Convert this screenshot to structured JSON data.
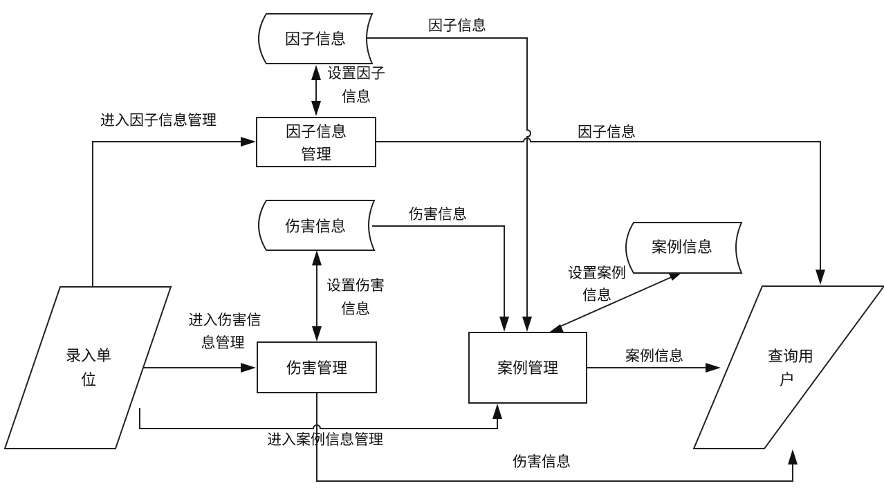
{
  "nodes": {
    "factor_store": "因子信息",
    "factor_mgmt": [
      "因子信息",
      "管理"
    ],
    "harm_store": "伤害信息",
    "harm_mgmt": "伤害管理",
    "case_store": "案例信息",
    "case_mgmt": "案例管理",
    "entry_unit": [
      "录入单",
      "位"
    ],
    "query_user": [
      "查询用",
      "户"
    ]
  },
  "edges": {
    "factor_store_to_case": "因子信息",
    "set_factor": [
      "设置因子",
      "信息"
    ],
    "enter_factor_mgmt": "进入因子信息管理",
    "factor_mgmt_to_query": "因子信息",
    "harm_store_to_case": "伤害信息",
    "set_harm": [
      "设置伤害",
      "信息"
    ],
    "enter_harm_mgmt": [
      "进入伤害信",
      "息管理"
    ],
    "set_case": [
      "设置案例",
      "信息"
    ],
    "case_to_query": "案例信息",
    "enter_case_mgmt": "进入案例信息管理",
    "harm_mgmt_to_query": "伤害信息"
  }
}
